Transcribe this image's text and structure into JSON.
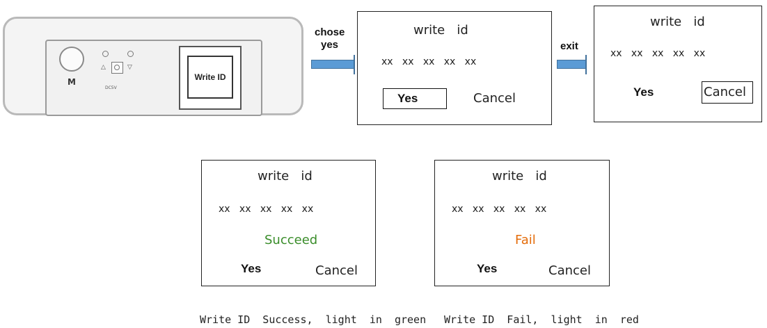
{
  "device": {
    "m_label": "M",
    "dc_label": "DC5V",
    "screen_label": "Write ID",
    "icons": [
      "power-led-icon",
      "up-triangle-icon",
      "down-triangle-icon",
      "dc-jack-icon"
    ]
  },
  "arrows": [
    {
      "label_line1": "chose",
      "label_line2": "yes",
      "color": "#5b9bd5"
    },
    {
      "label_line1": "exit",
      "label_line2": "",
      "color": "#5b9bd5"
    }
  ],
  "dialogs": [
    {
      "title": "write   id",
      "values": "xx   xx   xx   xx   xx",
      "yes": "Yes",
      "cancel": "Cancel",
      "status": ""
    },
    {
      "title": "write   id",
      "values": "xx   xx   xx   xx   xx",
      "yes": "Yes",
      "cancel": "Cancel",
      "status": ""
    },
    {
      "title": "write   id",
      "values": "xx   xx   xx   xx   xx",
      "yes": "Yes",
      "cancel": "Cancel",
      "status": "Succeed",
      "status_color": "#3a8d2a"
    },
    {
      "title": "write   id",
      "values": "xx   xx   xx   xx   xx",
      "yes": "Yes",
      "cancel": "Cancel",
      "status": "Fail",
      "status_color": "#e46c0a"
    }
  ],
  "captions": {
    "success": "Write ID  Success,  light  in  green",
    "fail": "Write ID  Fail,  light  in  red"
  }
}
